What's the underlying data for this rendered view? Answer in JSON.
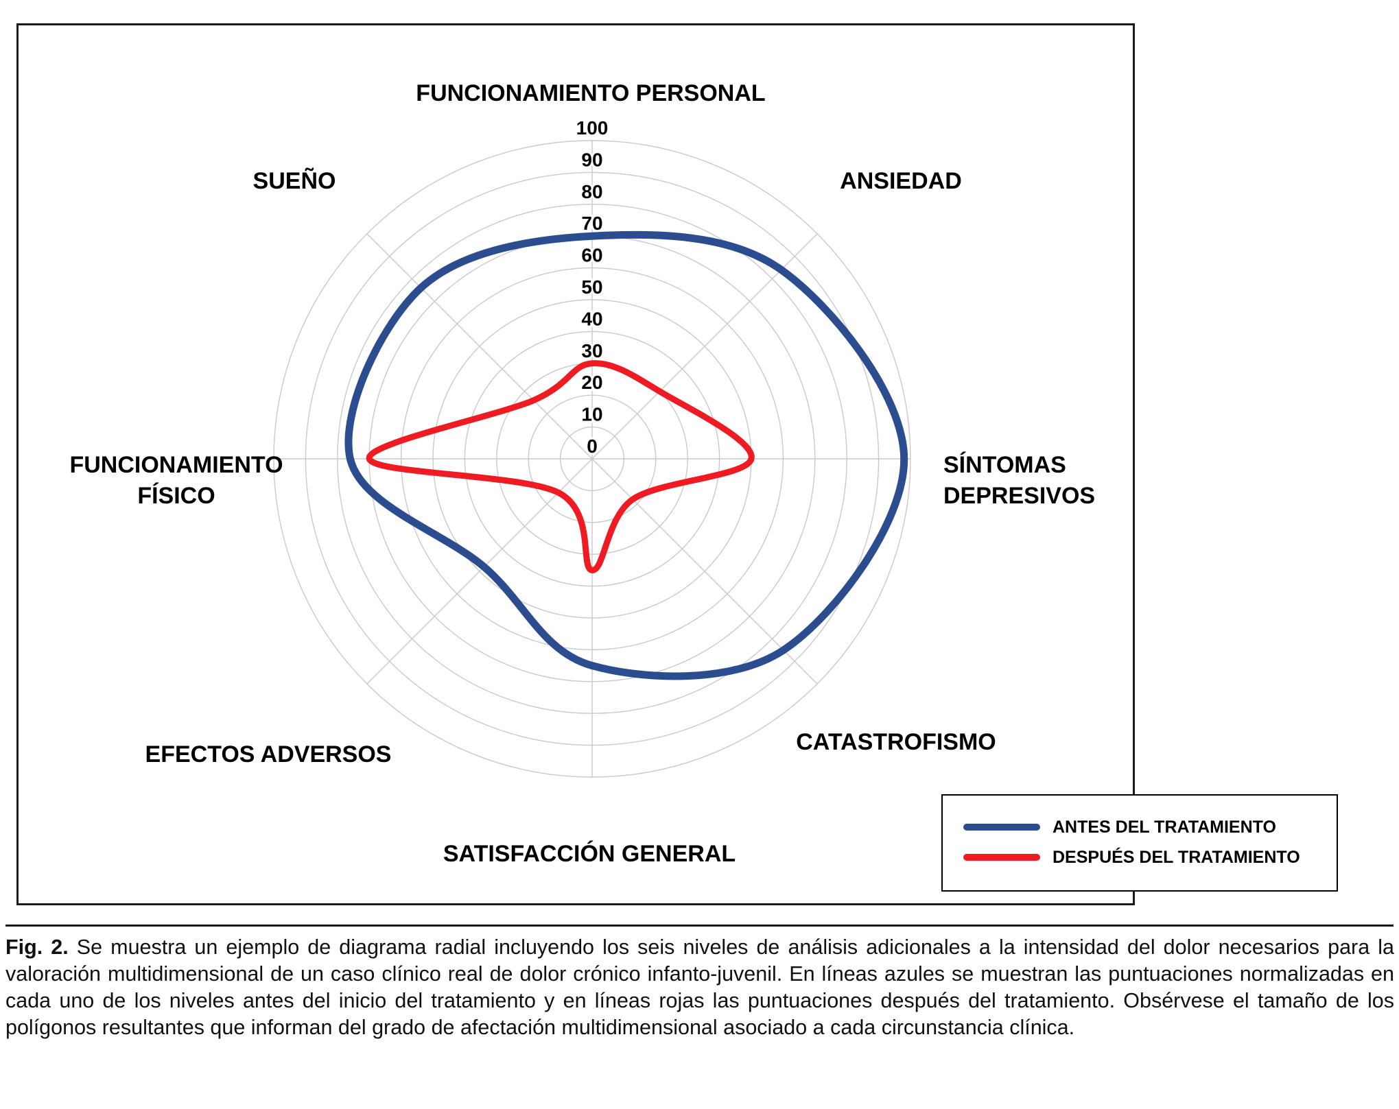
{
  "figure": {
    "caption_label": "Fig. 2.",
    "caption_text": "Se muestra un ejemplo de diagrama radial incluyendo los seis niveles de análisis adicionales a la intensidad del dolor necesarios para la valoración multidimensional de un caso clínico real de dolor crónico infanto-juvenil. En líneas azules se muestran las puntuaciones normalizadas en cada uno de los niveles antes del inicio del tratamiento y en líneas rojas las puntuaciones después del tratamiento. Obsérvese el tamaño de los polígonos resultantes que informan del grado de afectación multidimensional asociado a cada circunstancia clínica."
  },
  "axis_labels": {
    "personal": "FUNCIONAMIENTO PERSONAL",
    "ansiedad": "ANSIEDAD",
    "sintomas_line1": "SÍNTOMAS",
    "sintomas_line2": "DEPRESIVOS",
    "catastrofismo": "CATASTROFISMO",
    "satisfaccion": "SATISFACCIÓN GENERAL",
    "efectos": "EFECTOS ADVERSOS",
    "fisico_line1": "FUNCIONAMIENTO",
    "fisico_line2": "FÍSICO",
    "sueno": "SUEÑO"
  },
  "chart_data": {
    "type": "radar",
    "axes": [
      "FUNCIONAMIENTO PERSONAL",
      "ANSIEDAD",
      "SÍNTOMAS DEPRESIVOS",
      "CATASTROFISMO",
      "SATISFACCIÓN GENERAL",
      "EFECTOS ADVERSOS",
      "FUNCIONAMIENTO FÍSICO",
      "SUEÑO"
    ],
    "r_min": 0,
    "r_max": 100,
    "r_tick_step": 10,
    "tick_labels": [
      "0",
      "10",
      "20",
      "30",
      "40",
      "50",
      "60",
      "70",
      "80",
      "90",
      "100"
    ],
    "series": [
      {
        "name": "ANTES DEL TRATAMIENTO",
        "color": "#2b4c8e",
        "values": [
          70,
          84,
          98,
          85,
          65,
          48,
          76,
          76
        ]
      },
      {
        "name": "DESPUÉS DEL TRATAMIENTO",
        "color": "#ee1b23",
        "values": [
          30,
          30,
          50,
          18,
          35,
          15,
          70,
          26
        ]
      }
    ],
    "grid": true,
    "grid_color": "#c9c9c9",
    "curve": "smoothed",
    "legend_position": "bottom-right"
  }
}
